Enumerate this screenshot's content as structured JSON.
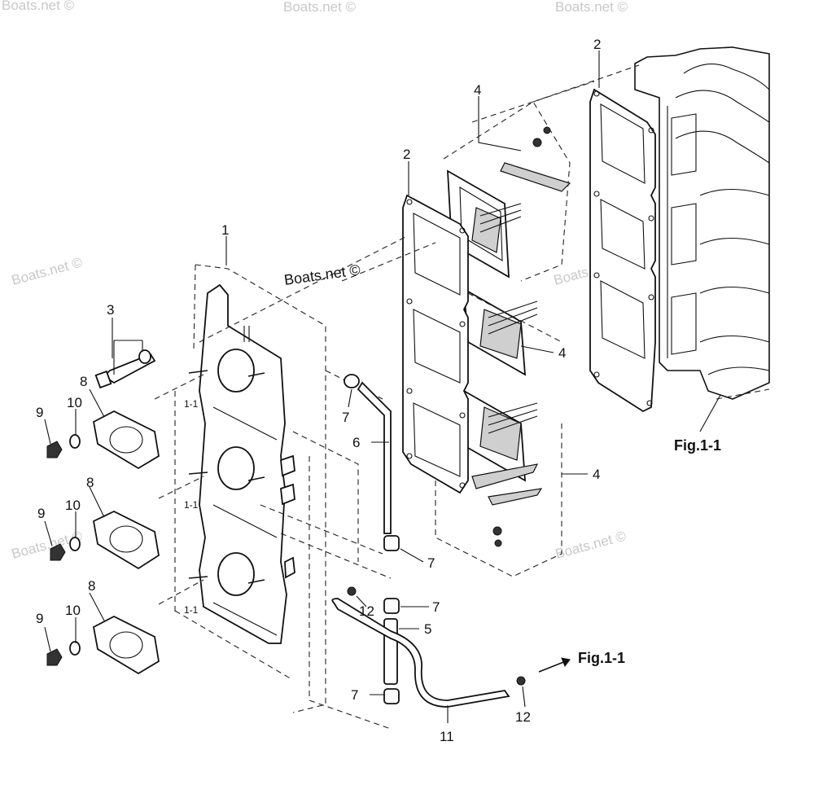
{
  "watermarks": {
    "main": "Boats.net ©",
    "faint": [
      "Boats.net ©",
      "Boats.net ©",
      "Boats.net ©",
      "Boats.net ©",
      "Boats.net ©",
      "Boats.net ©",
      "Boats.net ©"
    ]
  },
  "callouts": {
    "intake_manifold": "1",
    "gasket_front": "2",
    "gasket_rear": "2",
    "bolt": "3",
    "reed_valve_top": "4",
    "reed_valve_mid": "4",
    "reed_valve_bot": "4",
    "joint_hose": "5",
    "hose": "6",
    "clip_a": "7",
    "clip_b": "7",
    "clip_c": "7",
    "clip_d": "7",
    "gasket_carb_1": "8",
    "gasket_carb_2": "8",
    "gasket_carb_3": "8",
    "nut_1": "9",
    "nut_2": "9",
    "nut_3": "9",
    "washer_1": "10",
    "washer_2": "10",
    "washer_3": "10",
    "hose_long": "11",
    "clip_small_a": "12",
    "clip_small_b": "12",
    "stud_1": "1-1",
    "stud_2": "1-1",
    "stud_3": "1-1"
  },
  "figure_refs": {
    "block_ref": "Fig.1-1",
    "arrow_ref": "Fig.1-1"
  }
}
